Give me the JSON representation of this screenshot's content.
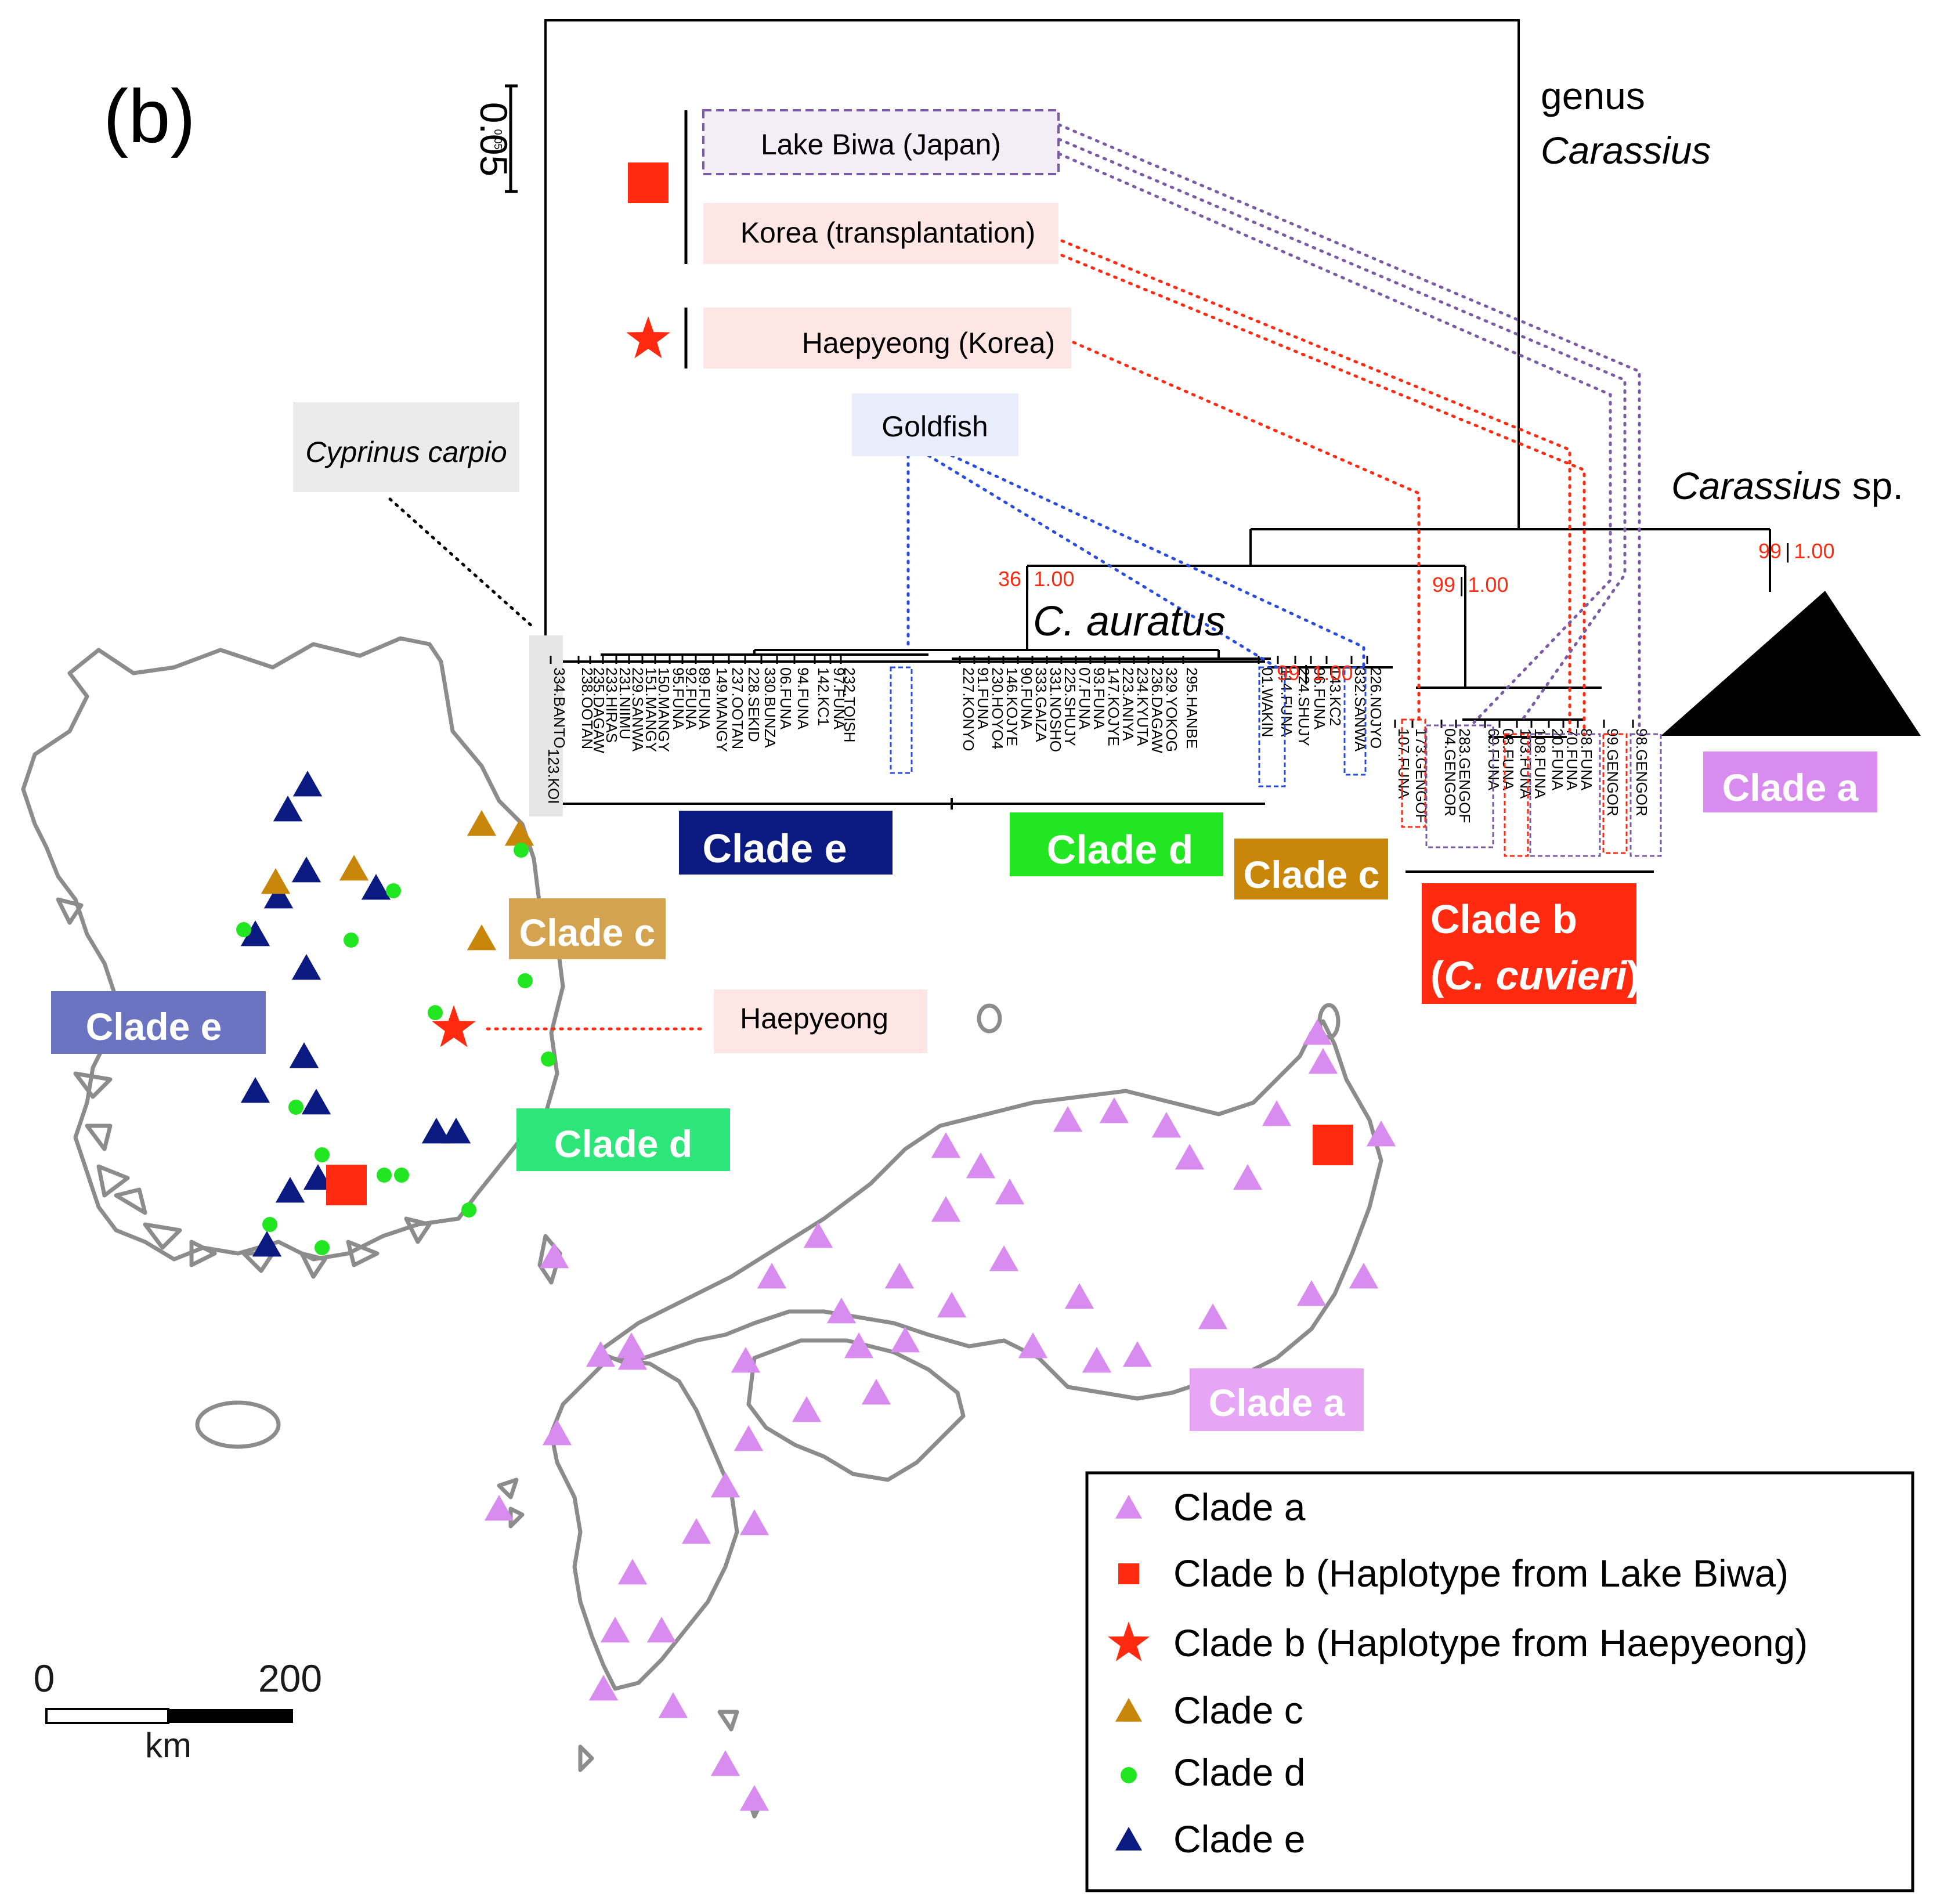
{
  "panel_label": "(b)",
  "scale_tree": {
    "value": "0.05",
    "value_small": "0.05"
  },
  "tree_labels": {
    "genus_line1": "genus",
    "genus_line2": "Carassius",
    "carassius_sp": "Carassius",
    "carassius_sp_suffix": " sp.",
    "c_auratus": "C. auratus",
    "cyprinus": "Cyprinus carpio",
    "goldfish": "Goldfish",
    "lake_biwa": "Lake Biwa (Japan)",
    "korea_trans": "Korea (transplantation)",
    "haepyeong_korea": "Haepyeong (Korea)",
    "outgroup_tip": "123.KOI"
  },
  "support_values": [
    {
      "node": "auratus",
      "bootstrap": "36",
      "posterior": "1.00"
    },
    {
      "node": "cuvieri",
      "bootstrap": "99",
      "posterior": "1.00"
    },
    {
      "node": "clade_a",
      "bootstrap": "99",
      "posterior": "1.00"
    },
    {
      "node": "clade_c",
      "bootstrap": "99",
      "posterior": "1.00"
    }
  ],
  "tips": [
    "334.BANTO",
    "238.OOTAN",
    "235.DAGAW",
    "233.HIRAS",
    "231.NIIMU",
    "229.SANWA",
    "151.MANGY",
    "150.MANGY",
    "95.FUNA",
    "92.FUNA",
    "89.FUNA",
    "149.MANGY",
    "237.OOTAN",
    "228.SEKID",
    "330.BUNZA",
    "06.FUNA",
    "94.FUNA",
    "142.KC1",
    "97.FUNA",
    "232.TOISH",
    "227.KONYO",
    "91.FUNA",
    "230.HOYO4",
    "146.KOJYE",
    "90.FUNA",
    "333.GAIZA",
    "331.NOSHO",
    "225.SHUJY",
    "07.FUNA",
    "93.FUNA",
    "147.KOJYE",
    "223.ANIYA",
    "234.KYUTA",
    "236.DAGAW",
    "329.YOKOG",
    "295.HANBE",
    "01.WAKIN",
    "114.FUNA",
    "224.SHUJY",
    "96.FUNA",
    "143.KC2",
    "332.SANWA",
    "226.NOJYO",
    "107.FUNA",
    "173.GENGOF",
    "04.GENGOR",
    "283.GENGOF",
    "69.FUNA",
    "08.FUNA",
    "103.FUNA",
    "108.FUNA",
    "20.FUNA",
    "70.FUNA",
    "88.FUNA",
    "99.GENGOR",
    "98.GENGOR"
  ],
  "clade_boxes": {
    "tree_e": "Clade e",
    "tree_d": "Clade d",
    "tree_c": "Clade c",
    "tree_b_line1": "Clade b",
    "tree_b_open": "(",
    "tree_b_italic": "C. cuvieri",
    "tree_b_close": ")",
    "tree_a": "Clade a",
    "map_e": "Clade e",
    "map_c": "Clade c",
    "map_d": "Clade d",
    "map_a": "Clade a"
  },
  "map_labels": {
    "haepyeong": "Haepyeong"
  },
  "scale_bar": {
    "start": "0",
    "end": "200",
    "unit": "km"
  },
  "legend": [
    {
      "symbol": "triangle",
      "color": "#d98cf0",
      "label": "Clade a"
    },
    {
      "symbol": "square",
      "color": "#ff2a10",
      "label": "Clade b (Haplotype from Lake Biwa)"
    },
    {
      "symbol": "star",
      "color": "#ff2a10",
      "label": "Clade b (Haplotype from Haepyeong)"
    },
    {
      "symbol": "triangle",
      "color": "#c8860a",
      "label": "Clade c"
    },
    {
      "symbol": "circle",
      "color": "#22e622",
      "label": "Clade d"
    },
    {
      "symbol": "triangle",
      "color": "#0b1a80",
      "label": "Clade e"
    }
  ],
  "colors": {
    "clade_a": "#d98cf0",
    "clade_b": "#ff2a10",
    "clade_c": "#c8860a",
    "clade_d": "#22e622",
    "clade_e": "#0b1a80",
    "land": "#8c8c8c",
    "support_text": "#ff2a10"
  },
  "icons": [
    "triangle-marker",
    "square-marker",
    "star-marker",
    "circle-marker"
  ]
}
